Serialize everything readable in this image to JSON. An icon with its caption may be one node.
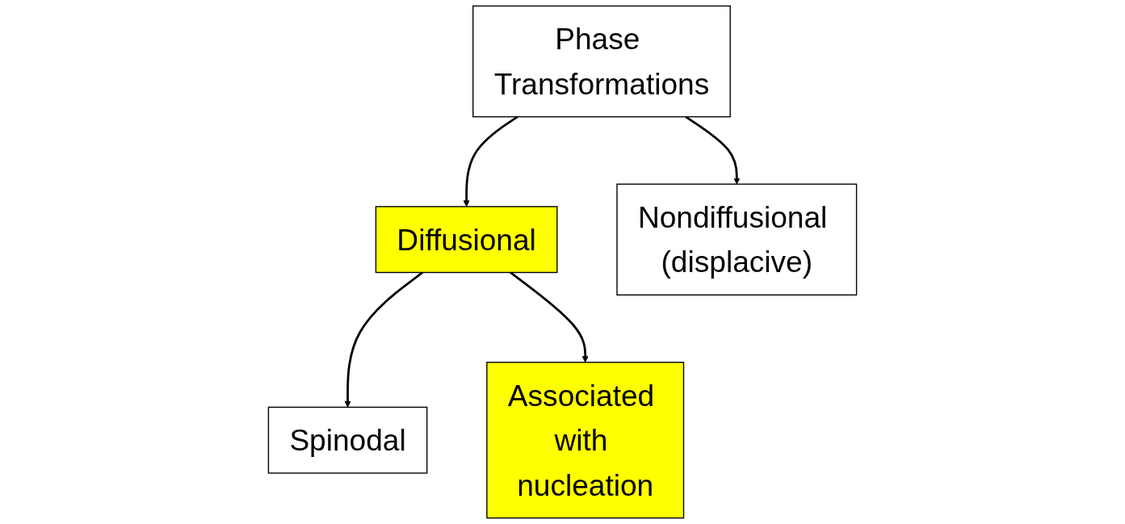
{
  "diagram": {
    "nodes": [
      {
        "text": [
          "Phase Transformations"
        ]
      },
      {
        "text": [
          "Diffusional"
        ]
      },
      {
        "text": [
          "Nondiffusional (displacive)"
        ]
      },
      {
        "text": [
          "Spinodal"
        ]
      },
      {
        "text": [
          "Associated with nucleation"
        ]
      }
    ],
    "edges": [
      {
        "from": 0,
        "to": 1,
        "arrow": "to"
      },
      {
        "from": 0,
        "to": 2,
        "arrow": "to"
      },
      {
        "from": 1,
        "to": 3,
        "arrow": "to"
      },
      {
        "from": 1,
        "to": 4,
        "arrow": "to"
      }
    ]
  }
}
